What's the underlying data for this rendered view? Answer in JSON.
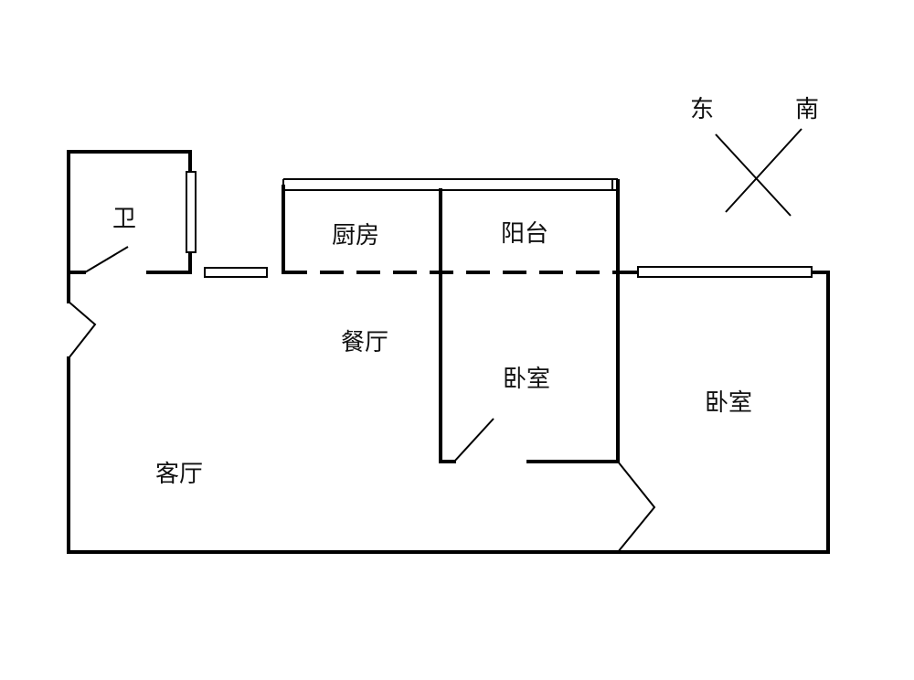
{
  "rooms": {
    "bathroom": "卫",
    "kitchen": "厨房",
    "balcony": "阳台",
    "dining": "餐厅",
    "bedroom_small": "卧室",
    "bedroom_large": "卧室",
    "living": "客厅"
  },
  "compass": {
    "east": "东",
    "south": "南"
  }
}
